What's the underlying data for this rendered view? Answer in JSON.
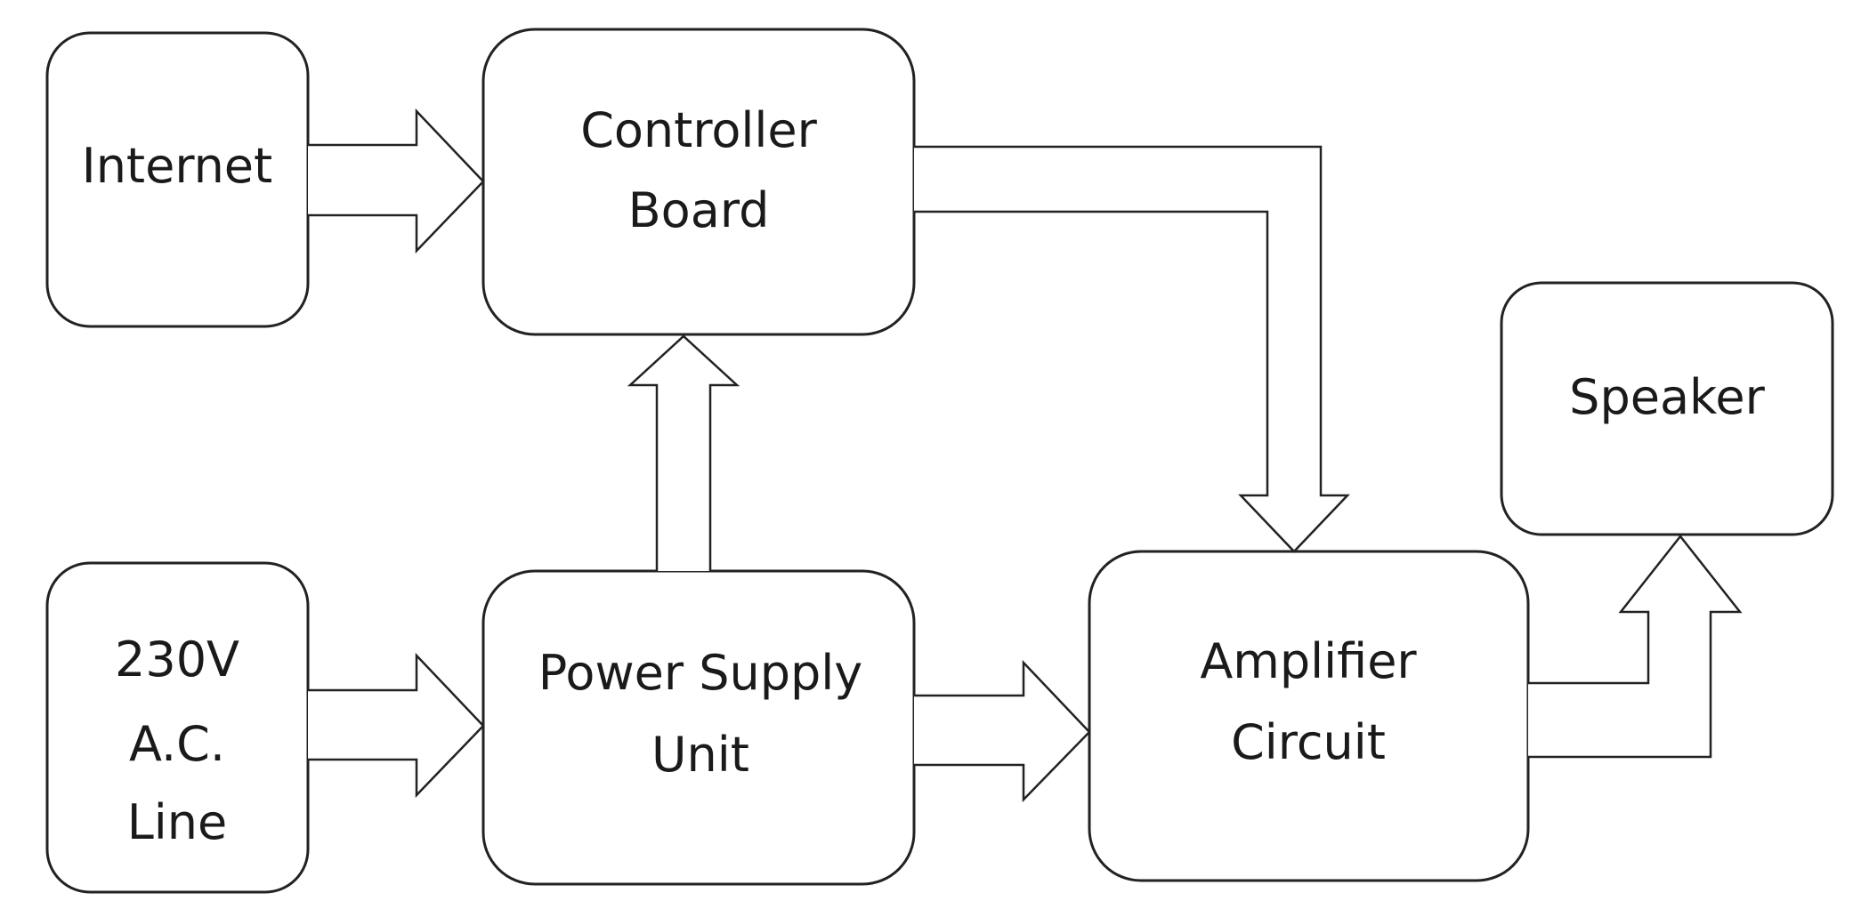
{
  "diagram": {
    "blocks": {
      "internet": {
        "lines": [
          "Internet"
        ]
      },
      "controller": {
        "lines": [
          "Controller",
          "Board"
        ]
      },
      "mains": {
        "lines": [
          "230V",
          "A.C.",
          "Line"
        ]
      },
      "psu": {
        "lines": [
          "Power Supply",
          "Unit"
        ]
      },
      "amplifier": {
        "lines": [
          "Amplifier",
          "Circuit"
        ]
      },
      "speaker": {
        "lines": [
          "Speaker"
        ]
      }
    },
    "connections": [
      {
        "from": "Internet",
        "to": "Controller Board"
      },
      {
        "from": "230V A.C. Line",
        "to": "Power Supply Unit"
      },
      {
        "from": "Power Supply Unit",
        "to": "Controller Board"
      },
      {
        "from": "Power Supply Unit",
        "to": "Amplifier Circuit"
      },
      {
        "from": "Controller Board",
        "to": "Amplifier Circuit"
      },
      {
        "from": "Amplifier Circuit",
        "to": "Speaker"
      }
    ]
  }
}
